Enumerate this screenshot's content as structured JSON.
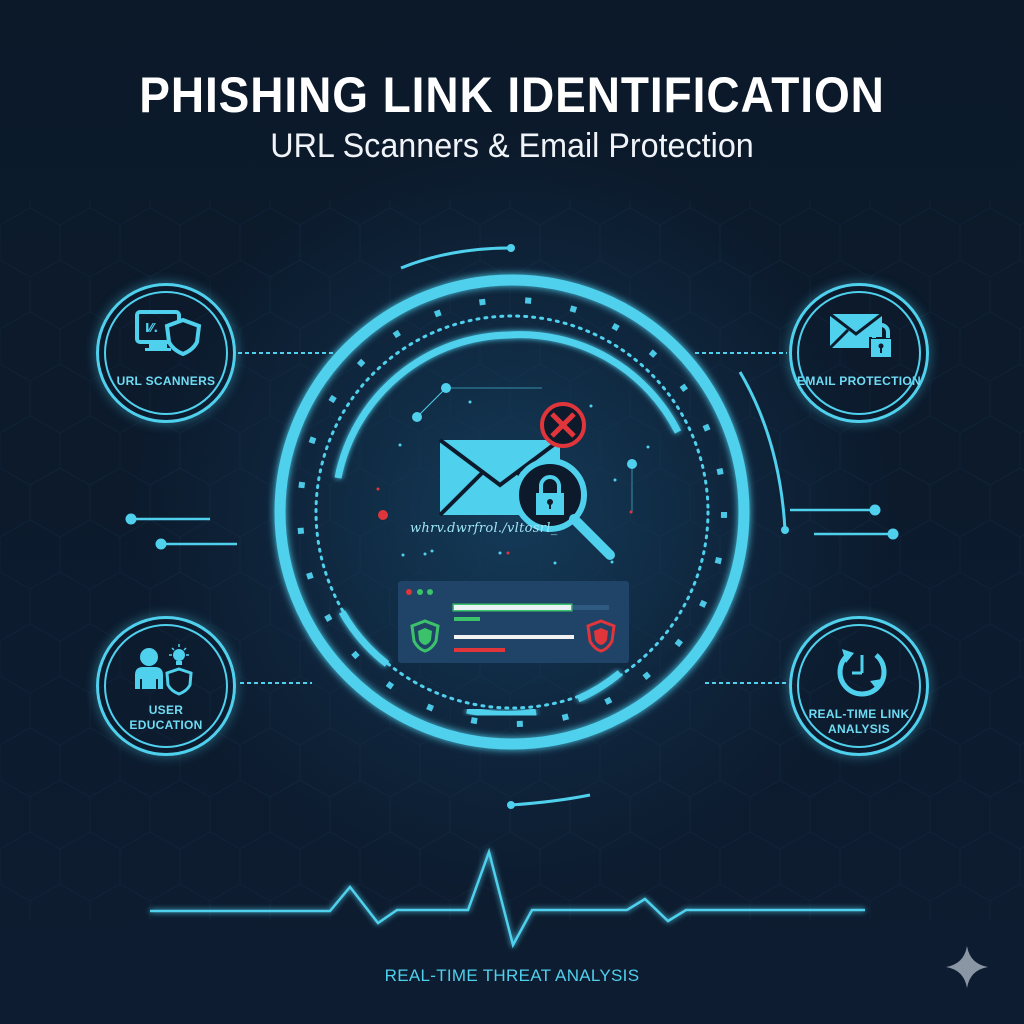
{
  "header": {
    "title": "PHISHING LINK IDENTIFICATION",
    "subtitle": "URL Scanners & Email Protection"
  },
  "nodes": [
    {
      "id": "url-scanners",
      "label_line1": "URL SCANNERS",
      "label_line2": "",
      "icon": "monitor-shield-icon",
      "position": "top-left"
    },
    {
      "id": "email-protection",
      "label_line1": "EMAIL PROTECTION",
      "label_line2": "",
      "icon": "envelope-lock-icon",
      "position": "top-right"
    },
    {
      "id": "user-education",
      "label_line1": "USER",
      "label_line2": "EDUCATION",
      "icon": "user-lightbulb-shield-icon",
      "position": "bottom-left"
    },
    {
      "id": "real-time-link-analysis",
      "label_line1": "REAL-TIME LINK",
      "label_line2": "ANALYSIS",
      "icon": "clock-refresh-icon",
      "position": "bottom-right"
    }
  ],
  "center": {
    "url_text": "whrv.dwrfrol./vltosrl_",
    "icons": [
      "envelope-icon",
      "x-circle-icon",
      "magnifier-lock-icon"
    ],
    "browser_window": {
      "safe_status_color": "#3cc26a",
      "danger_status_color": "#e0353a",
      "traffic_lights": [
        "#e0353a",
        "#3cc26a",
        "#3cc26a"
      ]
    }
  },
  "footer": {
    "label": "REAL-TIME THREAT ANALYSIS"
  },
  "colors": {
    "background": "#0c1a2c",
    "accent_cyan": "#4fd1ee",
    "danger_red": "#e0353a",
    "safe_green": "#3cc26a",
    "text_white": "#ffffff"
  }
}
